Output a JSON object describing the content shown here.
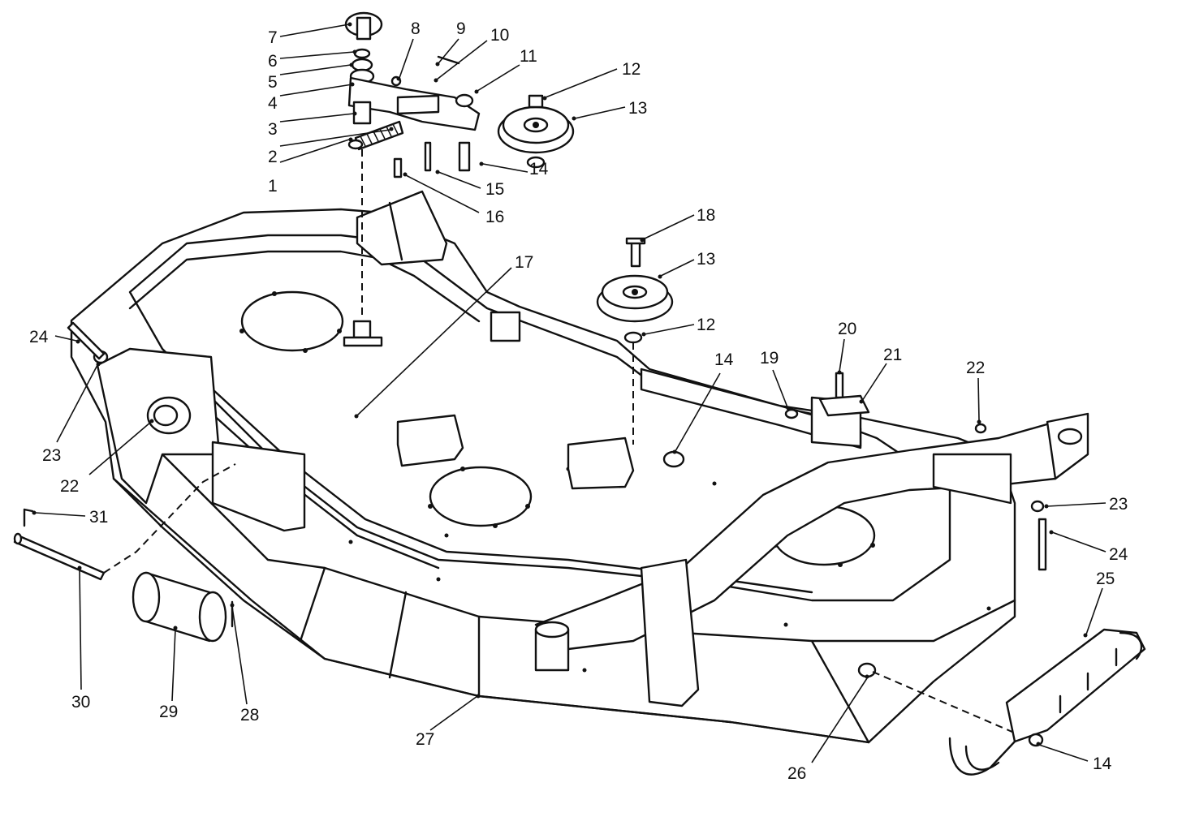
{
  "callouts": [
    "1",
    "2",
    "3",
    "4",
    "5",
    "6",
    "7",
    "8",
    "9",
    "10",
    "11",
    "12",
    "13",
    "14",
    "15",
    "16",
    "17",
    "18",
    "13",
    "12",
    "14",
    "19",
    "20",
    "21",
    "22",
    "24",
    "23",
    "22",
    "23",
    "24",
    "31",
    "30",
    "29",
    "28",
    "27",
    "26",
    "25",
    "14"
  ]
}
